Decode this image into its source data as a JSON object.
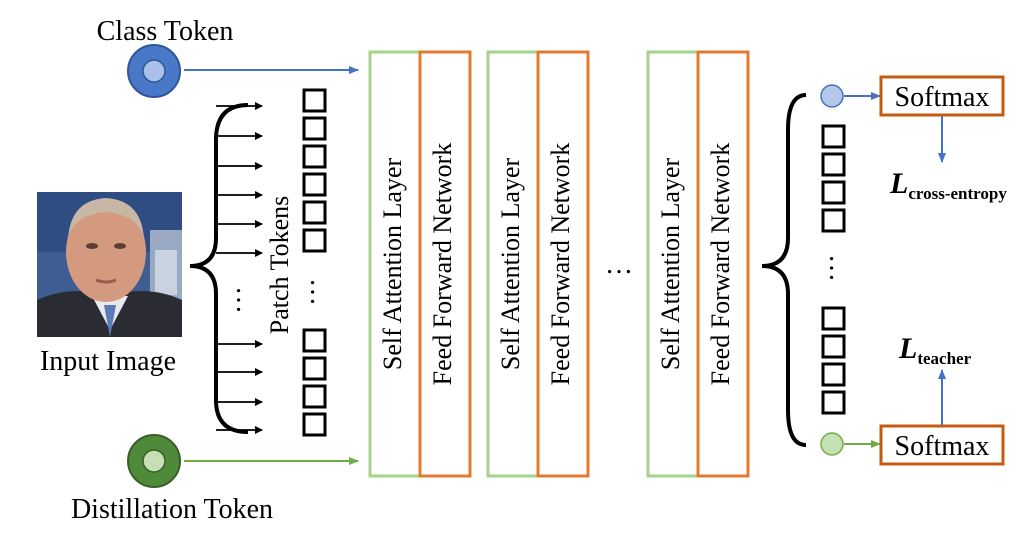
{
  "labels": {
    "class_token": "Class Token",
    "distillation_token": "Distillation Token",
    "input_image": "Input Image",
    "patch_tokens": "Patch Tokens",
    "ellipsis": "…"
  },
  "blocks": [
    {
      "attention": "Self Attention Layer",
      "ffn": "Feed Forward Network"
    },
    {
      "attention": "Self Attention Layer",
      "ffn": "Feed Forward Network"
    },
    {
      "attention": "Self Attention Layer",
      "ffn": "Feed Forward Network"
    }
  ],
  "outputs": {
    "softmax_top": "Softmax",
    "softmax_bottom": "Softmax",
    "loss_top": {
      "main": "L",
      "sub": "cross-entropy"
    },
    "loss_bottom": {
      "main": "L",
      "sub": "teacher"
    }
  },
  "colors": {
    "class_blue": "#4472c4",
    "class_fill": "#4a78c8",
    "class_inner": "#a9c0e8",
    "distill_green": "#70ad47",
    "distill_fill": "#4f8a3a",
    "distill_inner": "#c6e0b4",
    "attention_border": "#a9d18e",
    "ffn_border": "#e07b30",
    "softmax_border": "#c55a11",
    "out_blue_fill": "#b4c7e7",
    "out_green_fill": "#c5e0b4"
  }
}
